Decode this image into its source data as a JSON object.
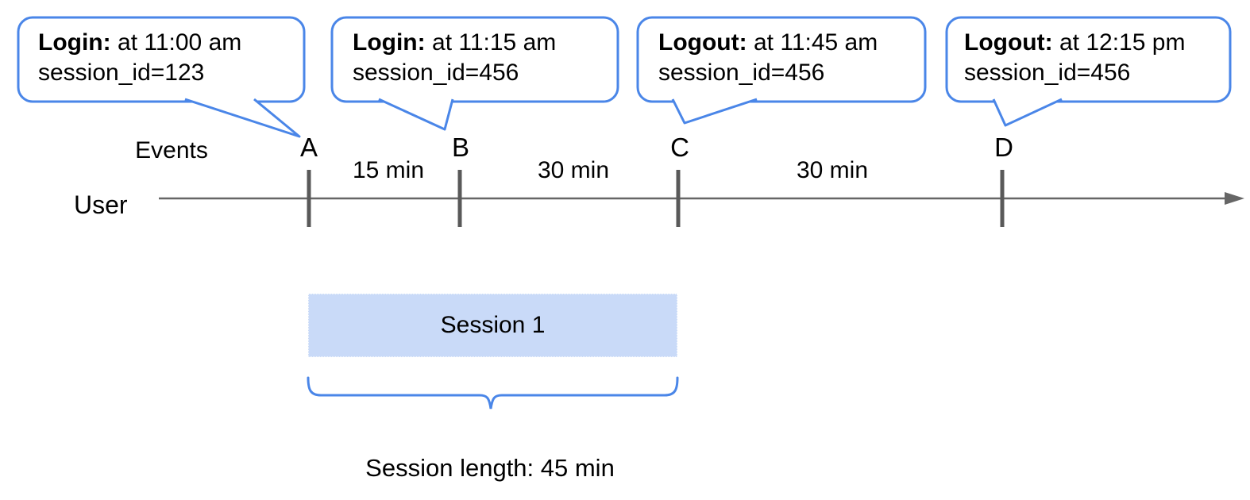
{
  "colors": {
    "accent": "#4a86e8",
    "session_fill": "#c9daf8",
    "line": "#666666",
    "tick": "#595959",
    "text": "#000000"
  },
  "callouts": [
    {
      "point": "A",
      "title": "Login:",
      "detail": "at 11:00 am",
      "session": "session_id=123"
    },
    {
      "point": "B",
      "title": "Login:",
      "detail": "at 11:15 am",
      "session": "session_id=456"
    },
    {
      "point": "C",
      "title": "Logout:",
      "detail": "at 11:45 am",
      "session": "session_id=456"
    },
    {
      "point": "D",
      "title": "Logout:",
      "detail": "at 12:15 pm",
      "session": "session_id=456"
    }
  ],
  "timeline": {
    "axis_label": "Events",
    "lane_label": "User",
    "points": [
      "A",
      "B",
      "C",
      "D"
    ],
    "intervals": [
      {
        "label": "15 min"
      },
      {
        "label": "30 min"
      },
      {
        "label": "30 min"
      }
    ]
  },
  "session": {
    "label": "Session 1",
    "caption": "Session length: 45 min"
  }
}
